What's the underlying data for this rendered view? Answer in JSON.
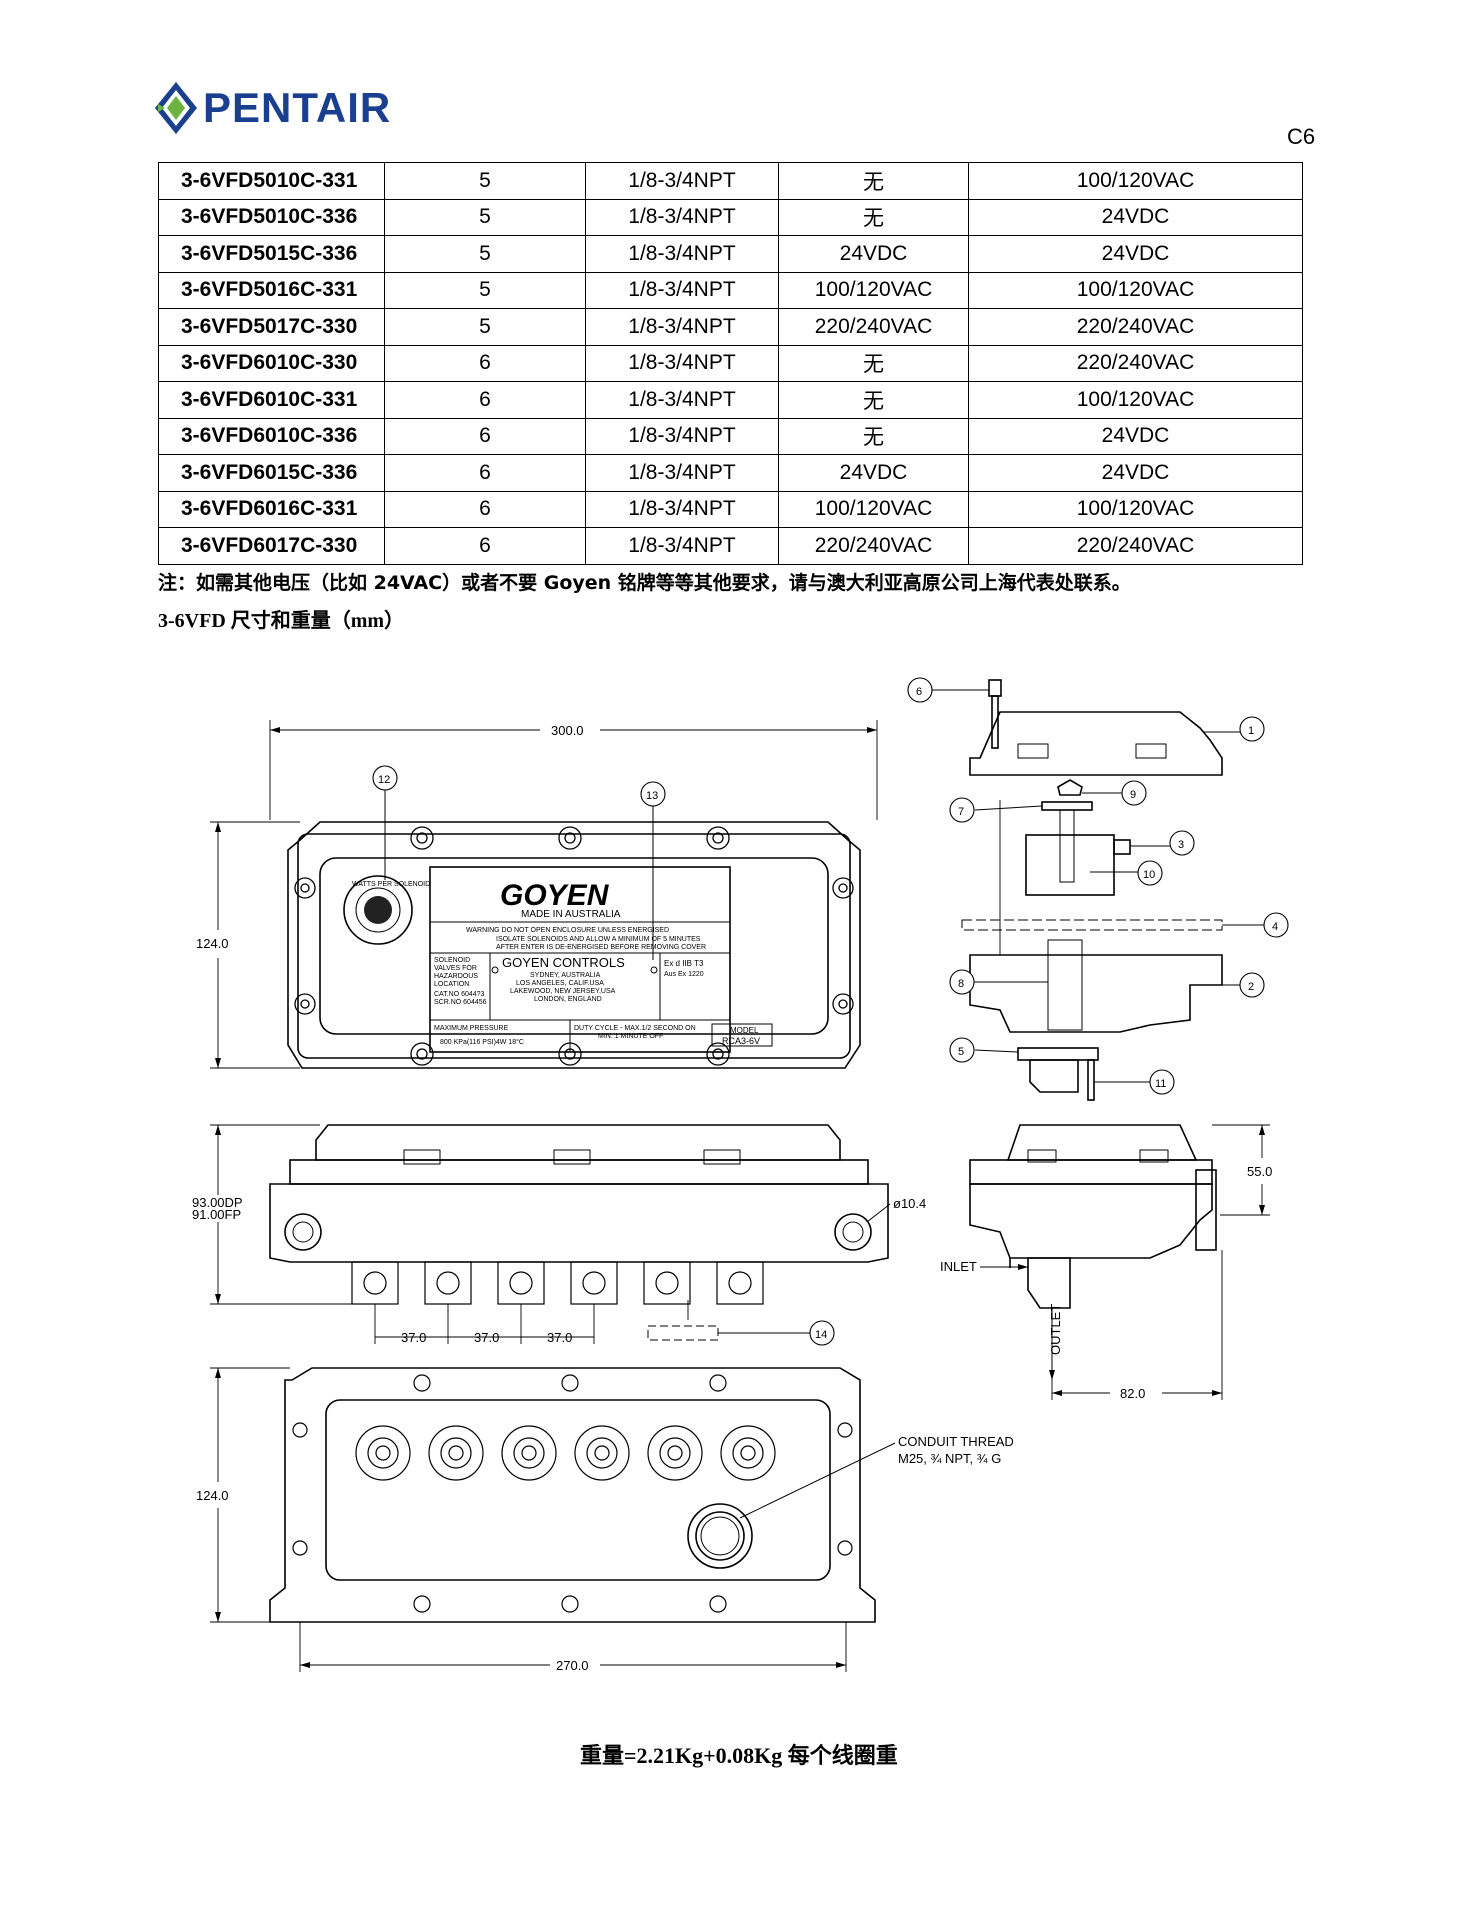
{
  "header": {
    "brand": "PENTAIR",
    "page": "C6"
  },
  "table": {
    "rows": [
      [
        "3-6VFD5010C-331",
        "5",
        "1/8-3/4NPT",
        "无",
        "100/120VAC"
      ],
      [
        "3-6VFD5010C-336",
        "5",
        "1/8-3/4NPT",
        "无",
        "24VDC"
      ],
      [
        "3-6VFD5015C-336",
        "5",
        "1/8-3/4NPT",
        "24VDC",
        "24VDC"
      ],
      [
        "3-6VFD5016C-331",
        "5",
        "1/8-3/4NPT",
        "100/120VAC",
        "100/120VAC"
      ],
      [
        "3-6VFD5017C-330",
        "5",
        "1/8-3/4NPT",
        "220/240VAC",
        "220/240VAC"
      ],
      [
        "3-6VFD6010C-330",
        "6",
        "1/8-3/4NPT",
        "无",
        "220/240VAC"
      ],
      [
        "3-6VFD6010C-331",
        "6",
        "1/8-3/4NPT",
        "无",
        "100/120VAC"
      ],
      [
        "3-6VFD6010C-336",
        "6",
        "1/8-3/4NPT",
        "无",
        "24VDC"
      ],
      [
        "3-6VFD6015C-336",
        "6",
        "1/8-3/4NPT",
        "24VDC",
        "24VDC"
      ],
      [
        "3-6VFD6016C-331",
        "6",
        "1/8-3/4NPT",
        "100/120VAC",
        "100/120VAC"
      ],
      [
        "3-6VFD6017C-330",
        "6",
        "1/8-3/4NPT",
        "220/240VAC",
        "220/240VAC"
      ]
    ]
  },
  "note": "注：如需其他电压（比如 24VAC）或者不要 Goyen 铭牌等等其他要求，请与澳大利亚高原公司上海代表处联系。",
  "subtitle": "3-6VFD 尺寸和重量（mm）",
  "drawing": {
    "dims": {
      "width_top": "300.0",
      "height_top": "124.0",
      "depth": "93.00DP",
      "depth_fp": "91.00FP",
      "hole": "ø10.4",
      "pitch": "37.0",
      "height_bottom": "124.0",
      "width_bottom": "270.0",
      "side_height": "55.0",
      "side_width": "82.0"
    },
    "nameplate": {
      "brand": "GOYEN",
      "made_in": "MADE  IN  AUSTRALIA",
      "warning": "WARNING DO NOT OPEN ENCLOSURE UNLESS ENERGISED",
      "warning2": "ISOLATE SOLENOIDS AND ALLOW A MINIMUM OF 5 MINUTES",
      "warning3": "AFTER ENTER IS DE-ENERGISED BEFORE REMOVING COVER",
      "solenoid": [
        "SOLENOID",
        "VALVES FOR",
        "HAZARDOUS",
        "LOCATION",
        "CAT.NO 6044?3",
        "SCR.NO 604456"
      ],
      "controls": "GOYEN CONTROLS",
      "cities": [
        "SYDNEY, AUSTRALIA",
        "LOS ANGELES, CALIF.USA",
        "LAKEWOOD, NEW JERSEY,USA",
        "LONDON, ENGLAND"
      ],
      "cert": [
        "Ex d IIB T3",
        "Aus Ex 1220"
      ],
      "pressure_label": "MAXIMUM PRESSURE",
      "pressure_value": "800 KPa(116 PSI)4W 18°C",
      "duty": [
        "DUTY CYCLE - MAX.1/2 SECOND ON",
        "MIN. 1 MINUTE OFF"
      ],
      "model_label": "MODEL",
      "model": "RCA3-6V",
      "disc_text": "WATTS PER SOLENOID"
    },
    "labels": {
      "conduit": "CONDUIT  THREAD",
      "conduit2": "M25, ¾ NPT, ¾ G",
      "inlet": "INLET",
      "outlet": "OUTLET"
    },
    "callouts": [
      "1",
      "2",
      "3",
      "4",
      "5",
      "6",
      "7",
      "8",
      "9",
      "10",
      "11",
      "12",
      "13",
      "14"
    ]
  },
  "weight": "重量=2.21Kg+0.08Kg 每个线圈重"
}
